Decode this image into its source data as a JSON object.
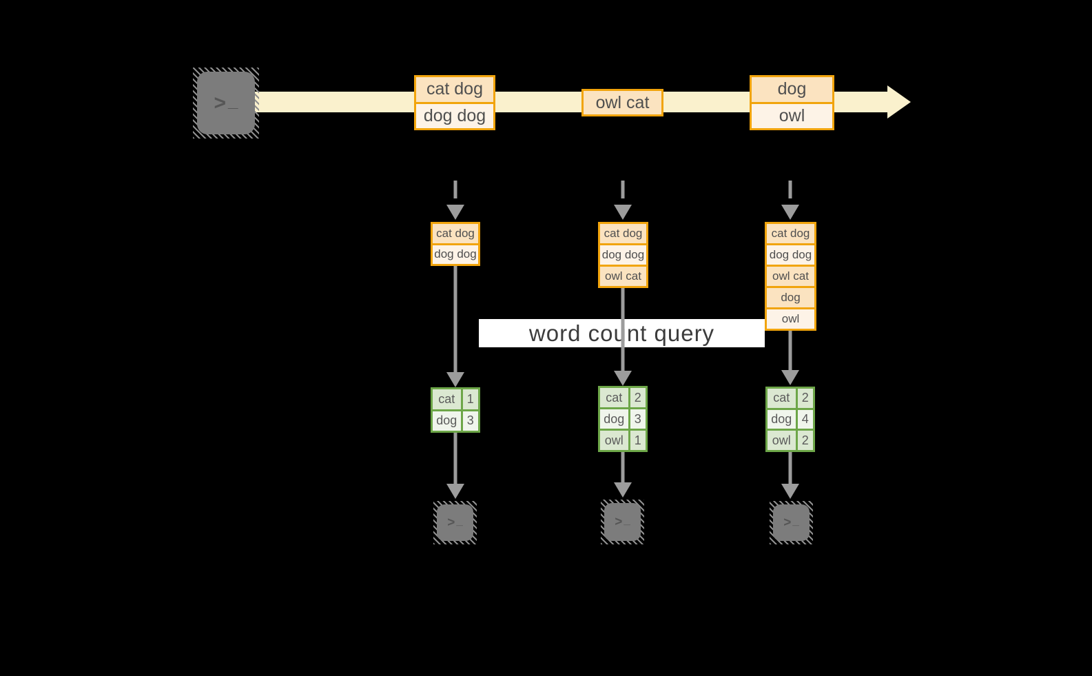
{
  "diagram": {
    "description": "streaming word count query diagram",
    "query_label": "word count query",
    "source_icon": "terminal-icon",
    "sink_icon": "terminal-icon",
    "stream_messages": [
      {
        "lines": [
          "cat dog",
          "dog dog"
        ]
      },
      {
        "lines": [
          "owl cat"
        ]
      },
      {
        "lines": [
          "dog",
          "owl"
        ]
      }
    ],
    "columns": [
      {
        "state": [
          "cat dog",
          "dog dog"
        ],
        "result": [
          [
            "cat",
            "1"
          ],
          [
            "dog",
            "3"
          ]
        ]
      },
      {
        "state": [
          "cat dog",
          "dog dog",
          "owl cat"
        ],
        "result": [
          [
            "cat",
            "2"
          ],
          [
            "dog",
            "3"
          ],
          [
            "owl",
            "1"
          ]
        ]
      },
      {
        "state": [
          "cat dog",
          "dog dog",
          "owl cat",
          "dog",
          "owl"
        ],
        "result": [
          [
            "cat",
            "2"
          ],
          [
            "dog",
            "4"
          ],
          [
            "owl",
            "2"
          ]
        ]
      }
    ],
    "colors": {
      "background": "#000000",
      "stream_band": "#FAF1CD",
      "message_border": "#F1A40C",
      "message_fill_dark": "#FBE3C0",
      "message_fill_light": "#FDF3E7",
      "table_border": "#6DA648",
      "table_fill_dark": "#DBE8D1",
      "table_fill_light": "#F0F5EC",
      "arrow": "#9C9C9C",
      "terminal": "#7C7C7C",
      "label_background": "#FFFFFF"
    }
  }
}
